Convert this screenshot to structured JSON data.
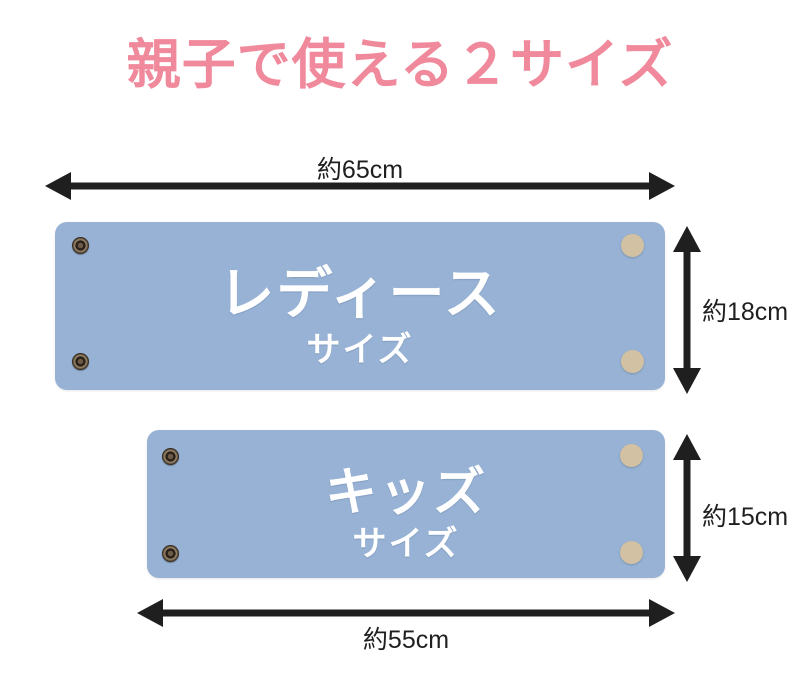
{
  "header": {
    "title": "親子で使える２サイズ",
    "title_color": "#F0899B"
  },
  "colors": {
    "plate": "#97B2D4",
    "plate_text": "#FFFFFF",
    "arrow": "#1F1F1F",
    "grommet": "#2B2118",
    "stud": "#D2C1A2",
    "background": "#FFFFFF"
  },
  "plates": [
    {
      "id": "ladies",
      "title": "レディース",
      "subtitle": "サイズ",
      "width_label": "約65cm",
      "height_label": "約18cm",
      "grommet_count": 2,
      "stud_count": 2
    },
    {
      "id": "kids",
      "title": "キッズ",
      "subtitle": "サイズ",
      "width_label": "約55cm",
      "height_label": "約15cm",
      "grommet_count": 2,
      "stud_count": 2
    }
  ],
  "dimensions": {
    "ladies_width": "約65cm",
    "ladies_height": "約18cm",
    "kids_width": "約55cm",
    "kids_height": "約15cm"
  }
}
